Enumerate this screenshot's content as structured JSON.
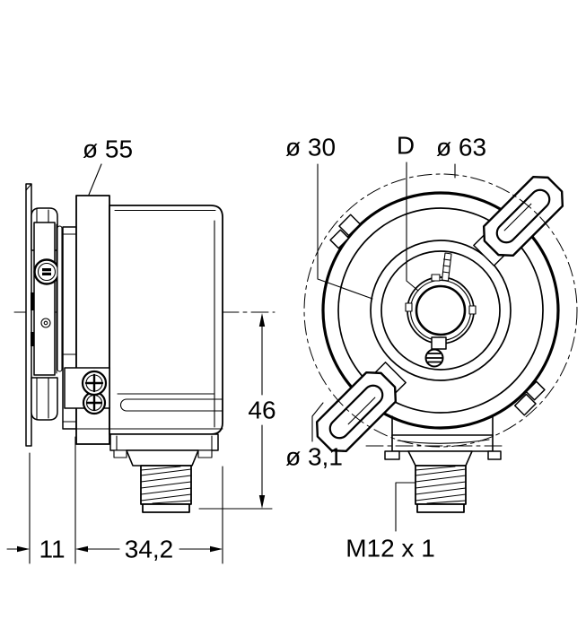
{
  "drawing": {
    "background_color": "#ffffff",
    "line_color": "#000000",
    "dimensions": {
      "flange_diameter": {
        "label": "ø 55"
      },
      "face_diameter": {
        "label": "ø 30"
      },
      "shaft_bore": {
        "label": "D"
      },
      "outer_diameter": {
        "label": "ø 63"
      },
      "height": {
        "label": "46"
      },
      "flange_depth": {
        "label": "11"
      },
      "body_depth": {
        "label": "34,2"
      },
      "tether_hole_diameter": {
        "label": "ø 3,1"
      },
      "connector_thread": {
        "label": "M12 x 1"
      }
    }
  }
}
